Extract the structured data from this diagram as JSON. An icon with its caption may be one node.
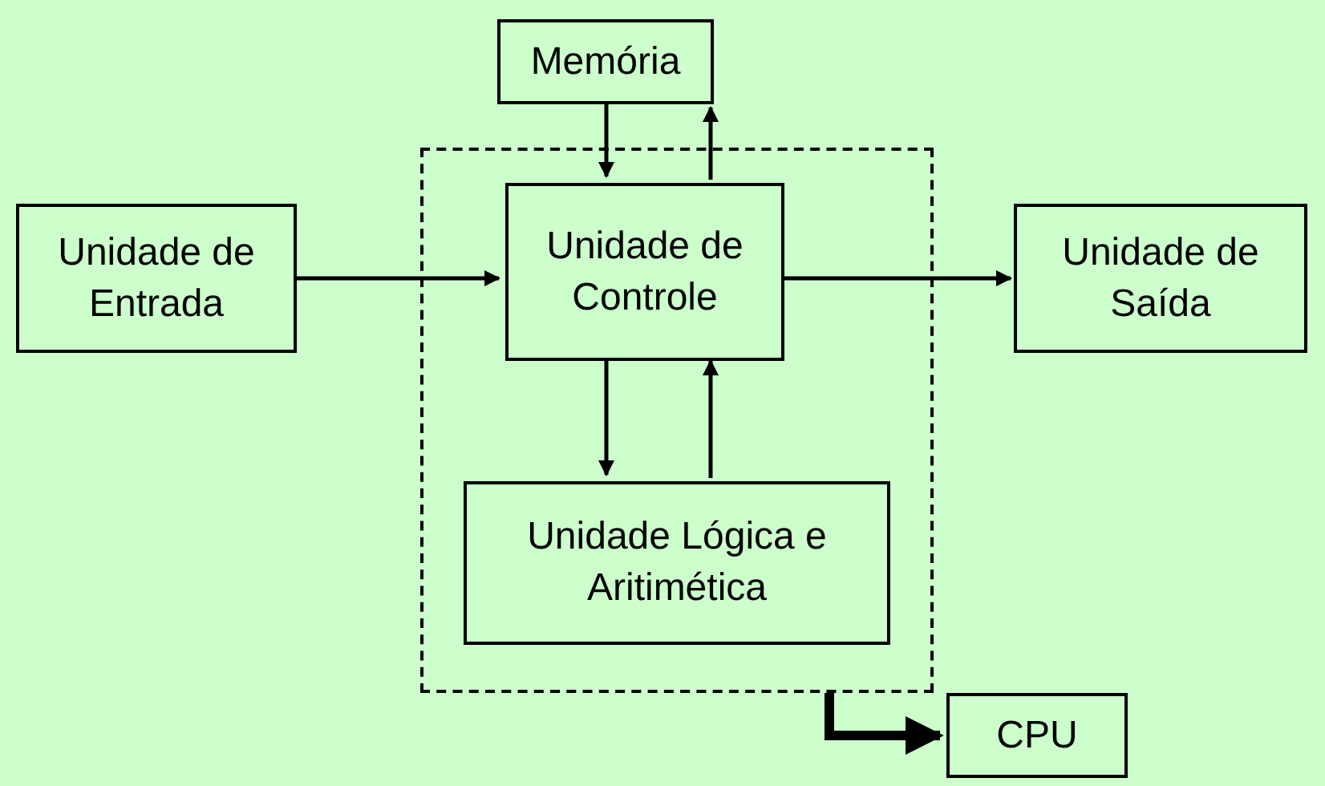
{
  "diagram": {
    "nodes": [
      {
        "text": [
          "Memória"
        ]
      },
      {
        "text": [
          "Unidade de Entrada"
        ]
      },
      {
        "text": [],
        "shape": "box"
      },
      {
        "text": [
          "Unidade de Controle"
        ],
        "in": 2
      },
      {
        "text": [
          "Unidade Lógica e Aritimética"
        ],
        "in": 2
      },
      {
        "text": [
          "Unidade de Saída"
        ]
      },
      {
        "text": [
          "CPU"
        ]
      }
    ],
    "edges": [
      {
        "from": 0,
        "to": 3,
        "arrow": "to"
      },
      {
        "from": 3,
        "to": 0,
        "arrow": "to"
      },
      {
        "from": 1,
        "to": 3,
        "arrow": "to"
      },
      {
        "from": 3,
        "to": 5,
        "arrow": "to"
      },
      {
        "from": 3,
        "to": 4,
        "arrow": "to"
      },
      {
        "from": 4,
        "to": 3,
        "arrow": "to"
      },
      {
        "from": 2,
        "to": 6,
        "arrow": "to",
        "style": "thick"
      }
    ]
  }
}
